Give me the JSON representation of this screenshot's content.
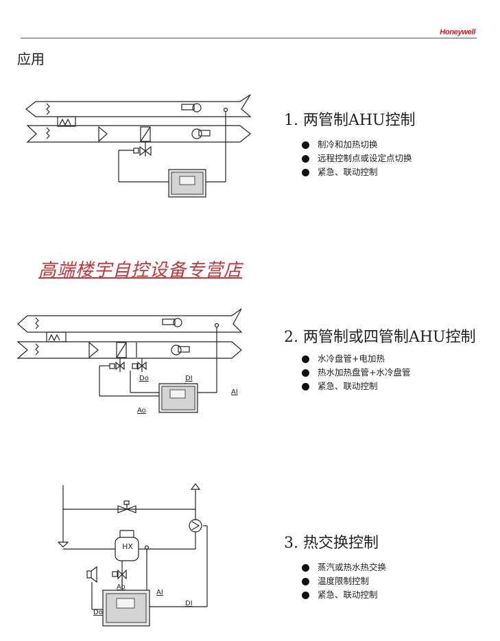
{
  "header": {
    "brand": "Honeywell",
    "page_title": "应用"
  },
  "watermark": "高端楼宇自控设备专营店",
  "sections": [
    {
      "title": "1. 两管制AHU控制",
      "bullets": [
        "制冷和加热切换",
        "远程控制点或设定点切换",
        "紧急、联动控制"
      ]
    },
    {
      "title": "2. 两管制或四管制AHU控制",
      "bullets": [
        "水冷盘管+电加热",
        "热水加热盘管+水冷盘管",
        "紧急、联动控制"
      ]
    },
    {
      "title": "3. 热交换控制",
      "bullets": [
        "蒸汽或热水热交换",
        "温度限制控制",
        "紧急、联动控制"
      ]
    }
  ],
  "diagram_labels": {
    "do": "Do",
    "di": "DI",
    "ai": "AI",
    "ao": "Ao",
    "hx": "HX"
  },
  "colors": {
    "accent": "#c62020",
    "watermark": "#c0363a"
  }
}
